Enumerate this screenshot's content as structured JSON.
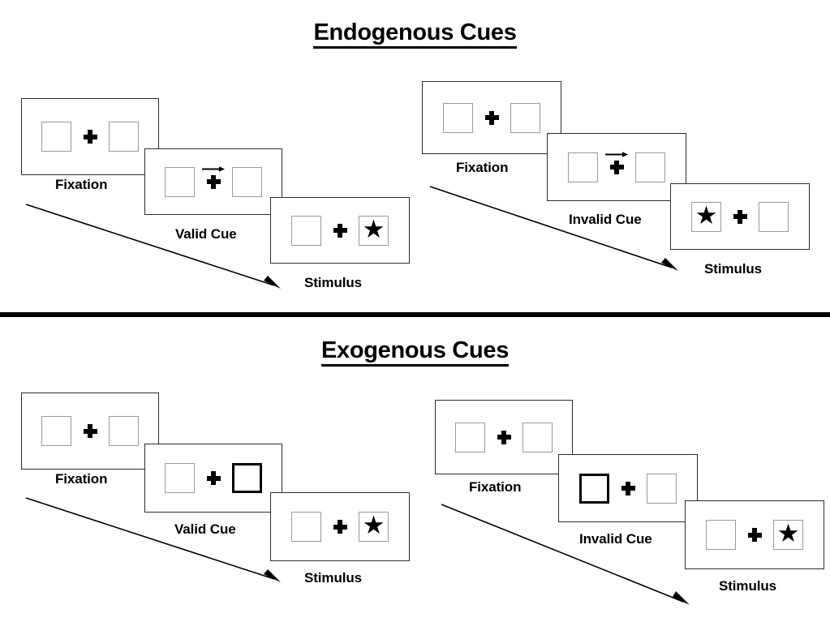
{
  "sections": [
    {
      "id": "endogenous",
      "title": "Endogenous Cues",
      "sequences": [
        {
          "id": "valid",
          "frames": [
            {
              "caption": "Fixation",
              "left_box": "empty",
              "right_box": "empty",
              "cue": "none"
            },
            {
              "caption": "Valid Cue",
              "left_box": "empty",
              "right_box": "empty",
              "cue": "arrow-right"
            },
            {
              "caption": "Stimulus",
              "left_box": "empty",
              "right_box": "star",
              "cue": "none"
            }
          ]
        },
        {
          "id": "invalid",
          "frames": [
            {
              "caption": "Fixation",
              "left_box": "empty",
              "right_box": "empty",
              "cue": "none"
            },
            {
              "caption": "Invalid Cue",
              "left_box": "empty",
              "right_box": "empty",
              "cue": "arrow-right"
            },
            {
              "caption": "Stimulus",
              "left_box": "star",
              "right_box": "empty",
              "cue": "none"
            }
          ]
        }
      ]
    },
    {
      "id": "exogenous",
      "title": "Exogenous Cues",
      "sequences": [
        {
          "id": "valid",
          "frames": [
            {
              "caption": "Fixation",
              "left_box": "empty",
              "right_box": "empty",
              "cue": "none"
            },
            {
              "caption": "Valid Cue",
              "left_box": "empty",
              "right_box": "highlight",
              "cue": "none"
            },
            {
              "caption": "Stimulus",
              "left_box": "empty",
              "right_box": "star",
              "cue": "none"
            }
          ]
        },
        {
          "id": "invalid",
          "frames": [
            {
              "caption": "Fixation",
              "left_box": "empty",
              "right_box": "empty",
              "cue": "none"
            },
            {
              "caption": "Invalid Cue",
              "left_box": "highlight",
              "right_box": "empty",
              "cue": "none"
            },
            {
              "caption": "Stimulus",
              "left_box": "empty",
              "right_box": "star",
              "cue": "none"
            }
          ]
        }
      ]
    }
  ],
  "glyphs": {
    "star": "★"
  },
  "colors": {
    "ink": "#000000",
    "panel_border": "#2b2b2b",
    "box_border": "#9a9a9a",
    "highlight_border": "#000000",
    "background": "#ffffff"
  },
  "captions": {
    "endo_valid_fixation": "Fixation",
    "endo_valid_cue": "Valid Cue",
    "endo_valid_stimulus": "Stimulus",
    "endo_invalid_fixation": "Fixation",
    "endo_invalid_cue": "Invalid Cue",
    "endo_invalid_stimulus": "Stimulus",
    "exo_valid_fixation": "Fixation",
    "exo_valid_cue": "Valid Cue",
    "exo_valid_stimulus": "Stimulus",
    "exo_invalid_fixation": "Fixation",
    "exo_invalid_cue": "Invalid Cue",
    "exo_invalid_stimulus": "Stimulus"
  },
  "titles": {
    "endogenous": "Endogenous Cues",
    "exogenous": "Exogenous Cues"
  }
}
